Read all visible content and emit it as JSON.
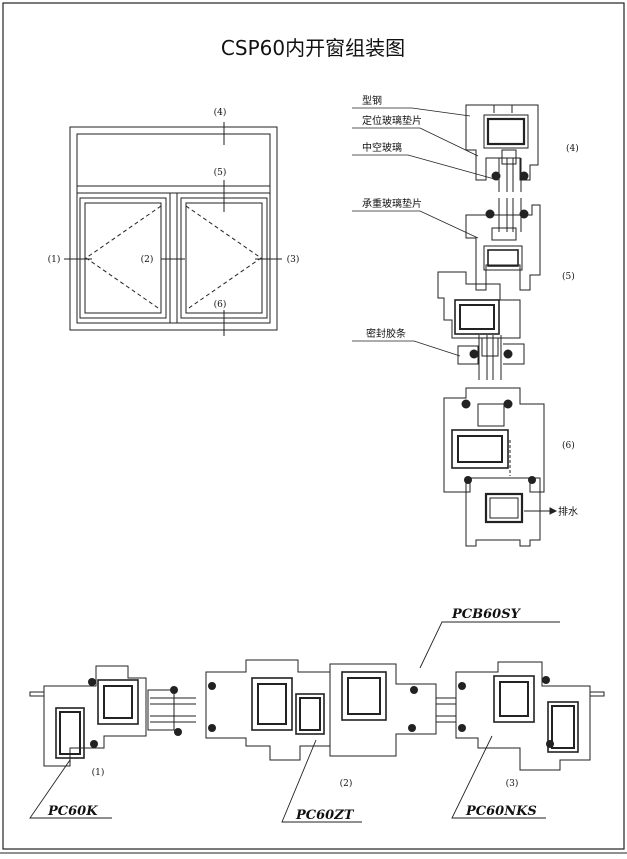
{
  "title": "CSP60内开窗组装图",
  "elevation": {
    "labels": {
      "l1": "(1)",
      "l2": "(2)",
      "l3": "(3)",
      "l4": "(4)",
      "l5": "(5)",
      "l6": "(6)"
    }
  },
  "section": {
    "callouts": {
      "steel": "型钢",
      "setting_block": "定位玻璃垫片",
      "insulating_glass": "中空玻璃",
      "bearing_block": "承重玻璃垫片",
      "gasket": "密封胶条",
      "drain": "排水"
    },
    "refs": {
      "r4": "(4)",
      "r5": "(5)",
      "r6": "(6)"
    }
  },
  "horizontal": {
    "refs": {
      "h1": "(1)",
      "h2": "(2)",
      "h3": "(3)"
    },
    "models": {
      "frame": "PC60K",
      "mullion": "PC60ZT",
      "sash": "PC60NKS",
      "bead": "PCB60SY"
    }
  }
}
